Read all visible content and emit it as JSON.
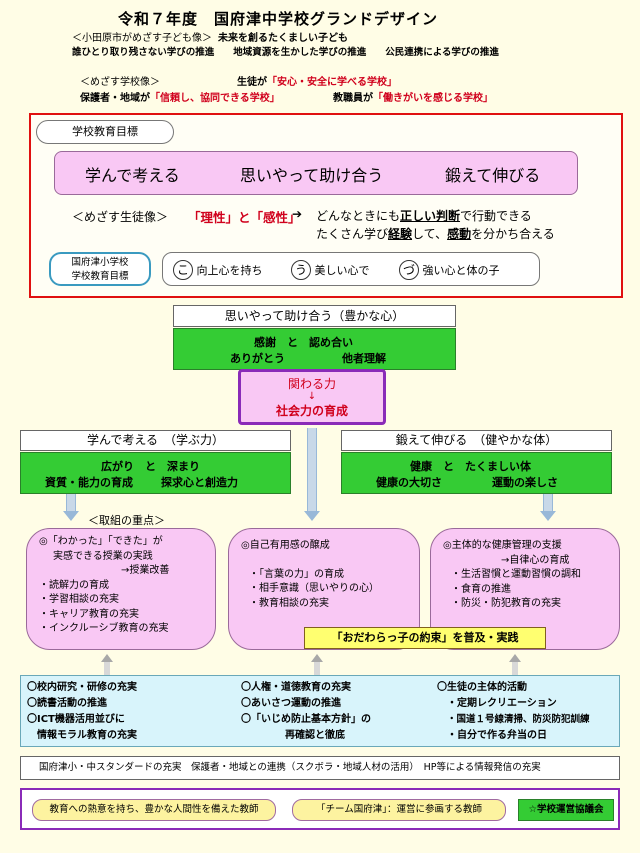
{
  "title": "令和７年度　国府津中学校グランドデザイン",
  "header": {
    "city_label": "＜小田原市がめざす子ども像＞",
    "city_value": "未来を創るたくましい子ども",
    "policies": "誰ひとり取り残さない学びの推進　　地域資源を生かした学びの推進　　公民連携による学びの推進",
    "aim_label": "＜めざす学校像＞",
    "students_pre": "生徒が",
    "students_quote": "「安心・安全に学べる学校」",
    "parents_pre": "保護者・地域が",
    "parents_quote": "「信頼し、協同できる学校」",
    "teachers_pre": "教職員が",
    "teachers_quote": "「働きがいを感じる学校」"
  },
  "goals": {
    "label": "学校教育目標",
    "items": [
      "学んで考える",
      "思いやって助け合う",
      "鍛えて伸びる"
    ],
    "student_label": "＜めざす生徒像＞",
    "student_value": "「理性」と「感性」",
    "arrow": "➔",
    "line1_a": "どんなときにも",
    "line1_b": "正しい判断",
    "line1_c": "で行動できる",
    "line2_a": "たくさん学び",
    "line2_b": "経験",
    "line2_c": "して、",
    "line2_d": "感動",
    "line2_e": "を分かち合える"
  },
  "elementary": {
    "label1": "国府津小学校",
    "label2": "学校教育目標",
    "items": [
      {
        "char": "こ",
        "text": "向上心を持ち"
      },
      {
        "char": "う",
        "text": "美しい心で"
      },
      {
        "char": "づ",
        "text": "強い心と体の子"
      }
    ]
  },
  "omoiyari": {
    "title": "思いやって助け合う（豊かな心）",
    "line1": "感謝　と　認め合い",
    "line2a": "ありがとう",
    "line2b": "他者理解"
  },
  "center": {
    "line1": "関わる力",
    "arrow": "↓",
    "line2": "社会力の育成"
  },
  "manabu": {
    "title": "学んで考える　（学ぶ力）",
    "line1": "広がり　と　深まり",
    "line2a": "資質・能力の育成",
    "line2b": "探求心と創造力"
  },
  "kitaete": {
    "title": "鍛えて伸びる　（健やかな体）",
    "line1": "健康　と　たくましい体",
    "line2a": "健康の大切さ",
    "line2b": "運動の楽しさ"
  },
  "focus_label": "＜取組の重点＞",
  "focus_left": [
    "◎「わかった」「できた」が",
    "実感できる授業の実践",
    "→授業改善",
    "・読解力の育成",
    "・学習相談の充実",
    "・キャリア教育の充実",
    "・インクルーシブ教育の充実"
  ],
  "focus_mid": [
    "◎自己有用感の醸成",
    "・「言葉の力」の育成",
    "・相手意識（思いやりの心）",
    "・教育相談の充実"
  ],
  "focus_right": [
    "◎主体的な健康管理の支援",
    "→自律心の育成",
    "・生活習慣と運動習慣の調和",
    "・食育の推進",
    "・防災・防犯教育の充実"
  ],
  "promise": "「おだわらっ子の約束」を普及・実践",
  "activities": {
    "col1": [
      "〇校内研究・研修の充実",
      "〇読書活動の推進",
      "〇ICT機器活用並びに",
      "情報モラル教育の充実"
    ],
    "col2": [
      "〇人権・道徳教育の充実",
      "〇あいさつ運動の推進",
      "〇「いじめ防止基本方針」の",
      "再確認と徹底"
    ],
    "col3": [
      "〇生徒の主体的活動",
      "・定期レクリエーション",
      "・国道１号線清掃、防災防犯訓練",
      "・自分で作る弁当の日"
    ]
  },
  "standard": "国府津小・中スタンダードの充実　保護者・地域との連携（スクボラ・地域人材の活用）　HP等による情報発信の充実",
  "bottom": {
    "teacher1": "教育への熱意を持ち、豊かな人間性を備えた教師",
    "teacher2": "「チーム国府津」：運営に参画する教師",
    "council": "☆学校運営協議会"
  },
  "colors": {
    "accent_red": "#d0001c",
    "pink": "#f9c8f4",
    "green": "#34cc34",
    "light_blue": "#d8f4fb",
    "purple": "#8a2bb8",
    "background": "#fffde6"
  }
}
